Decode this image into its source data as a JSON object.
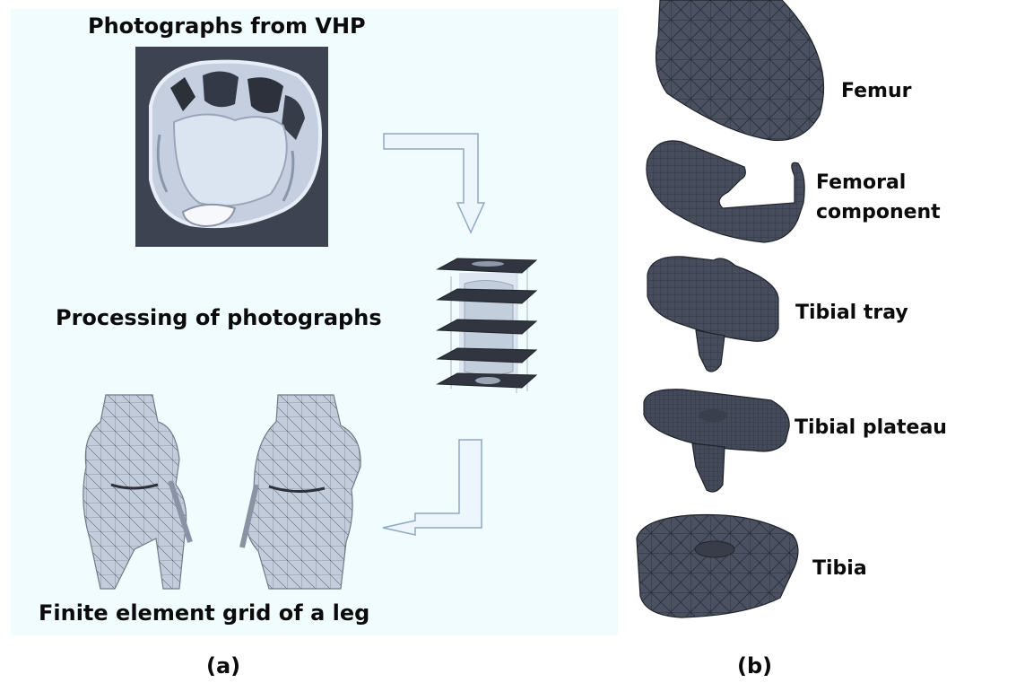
{
  "panel_a": {
    "title_photos": "Photographs from VHP",
    "title_processing": "Processing of photographs",
    "title_grid": "Finite element grid of a leg",
    "caption": "(a)"
  },
  "panel_b": {
    "parts": {
      "femur": "Femur",
      "femoral_component_line1": "Femoral",
      "femoral_component_line2": "component",
      "tibial_tray": "Tibial tray",
      "tibial_plateau": "Tibial plateau",
      "tibia": "Tibia"
    },
    "caption": "(b)"
  },
  "colors": {
    "panel_a_background": "#f1fcff",
    "mesh_fill": "#4b5161",
    "mesh_lines": "#2a2f3a",
    "arrow_stroke": "#8fa8c4",
    "arrow_fill": "#eef6fd"
  }
}
